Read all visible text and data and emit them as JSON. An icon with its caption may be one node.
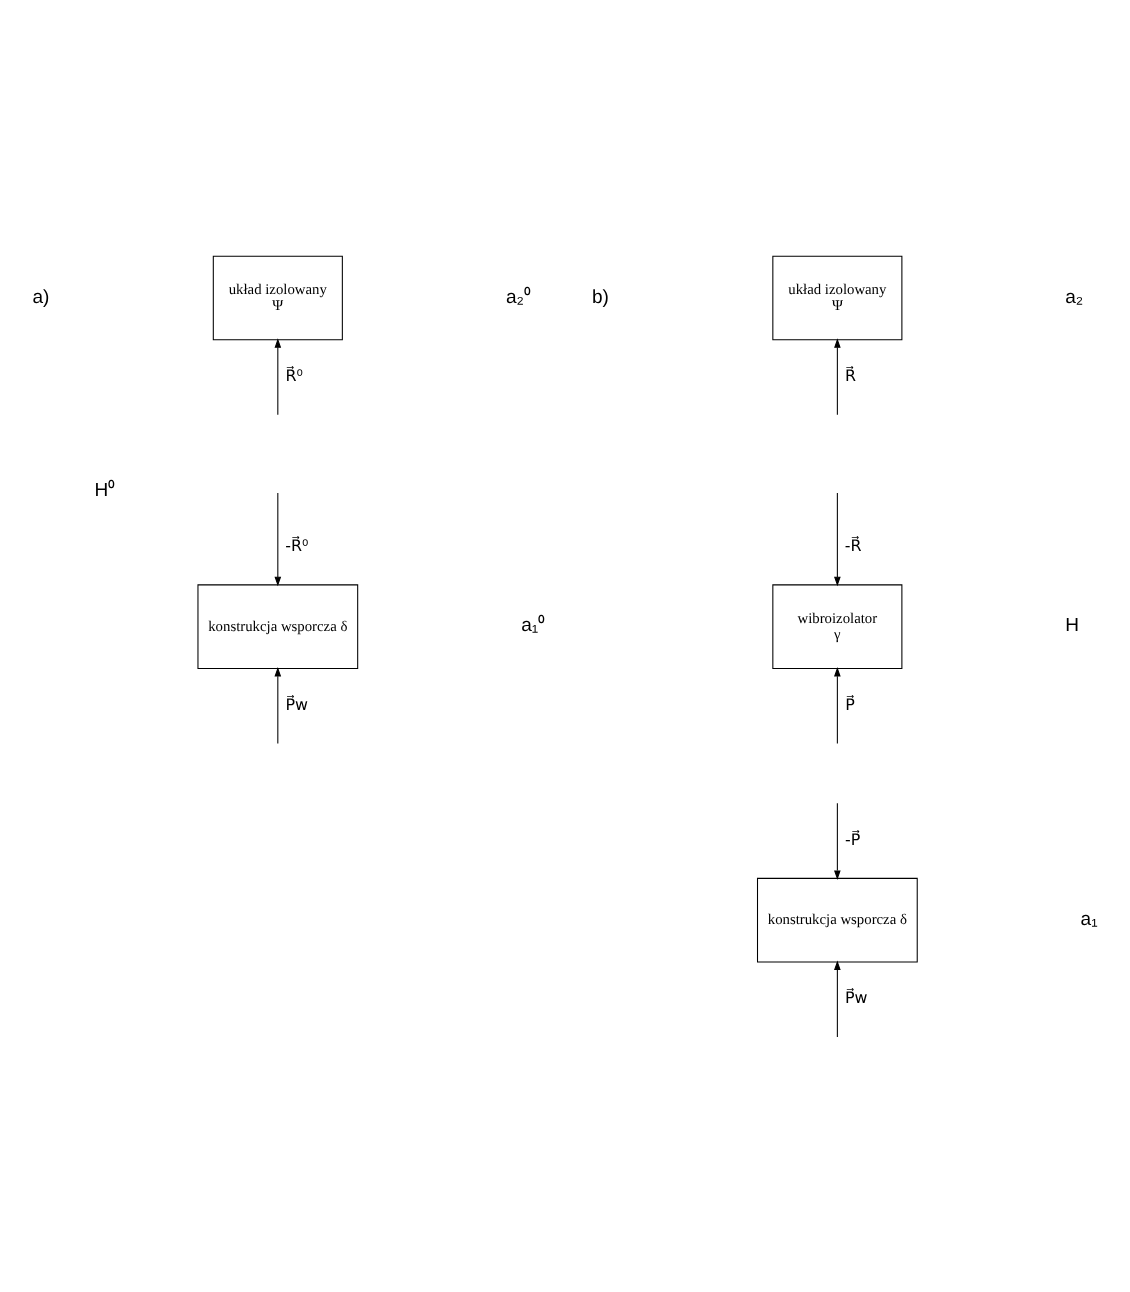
{
  "diagram": {
    "nodes": [
      {
        "text": [
          "układ izolowany",
          "Ψ"
        ]
      },
      {
        "text": [
          "konstrukcja wsporcza δ"
        ]
      },
      {
        "text": [
          "układ izolowany",
          "Ψ"
        ]
      },
      {
        "text": [
          "wibroizolator",
          "γ"
        ]
      },
      {
        "text": [
          "konstrukcja wsporcza δ"
        ]
      }
    ],
    "edges": [
      {
        "from": null,
        "to": 0,
        "arrow": "to",
        "label": "R⃗⁰"
      },
      {
        "from": null,
        "to": 1,
        "arrow": "to",
        "label": "-R⃗⁰"
      },
      {
        "from": null,
        "to": 1,
        "arrow": "to",
        "label": "P⃗w"
      },
      {
        "from": null,
        "to": 2,
        "arrow": "to",
        "label": "R⃗"
      },
      {
        "from": null,
        "to": 3,
        "arrow": "to",
        "label": "-R⃗"
      },
      {
        "from": null,
        "to": 3,
        "arrow": "to",
        "label": "P⃗"
      },
      {
        "from": null,
        "to": 4,
        "arrow": "to",
        "label": "-P⃗"
      },
      {
        "from": null,
        "to": 4,
        "arrow": "to",
        "label": "P⃗w"
      }
    ],
    "labels": [
      "a)",
      "b)",
      "a₂⁰",
      "H⁰",
      "a₁⁰",
      "a₂",
      "H",
      "a₁"
    ]
  }
}
